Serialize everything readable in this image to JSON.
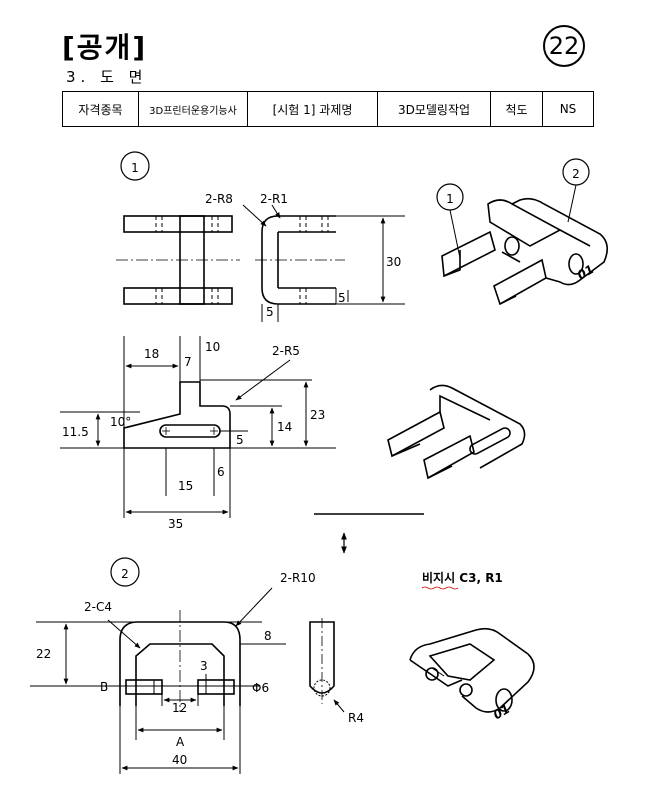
{
  "header": {
    "title": "[공개]",
    "subtitle": "3. 도 면",
    "badge": "22"
  },
  "info_table": [
    "자격종목",
    "3D프린터운용기능사",
    "[시험 1] 과제명",
    "3D모델링작업",
    "척도",
    "NS"
  ],
  "part1": {
    "marker": "1",
    "top_view": {
      "r8": "2-R8",
      "r1": "2-R1",
      "h30": "30",
      "d5a": "5",
      "d5b": "5"
    },
    "side_view": {
      "d18": "18",
      "d7": "7",
      "d10": "10",
      "r5": "2-R5",
      "ang": "10°",
      "h115": "11.5",
      "h14": "14",
      "h23": "23",
      "d5": "5",
      "d15": "15",
      "d6": "6",
      "w35": "35"
    },
    "iso_labels": [
      "1",
      "2"
    ],
    "part_mark": "01"
  },
  "part2": {
    "marker": "2",
    "c4": "2-C4",
    "r10": "2-R10",
    "h22": "22",
    "d8": "8",
    "d3": "3",
    "b": "B",
    "phi6": "Φ6",
    "d12": "12",
    "a": "A",
    "w40": "40",
    "r4": "R4",
    "note": "비지시 C3, R1",
    "part_mark": "01"
  }
}
